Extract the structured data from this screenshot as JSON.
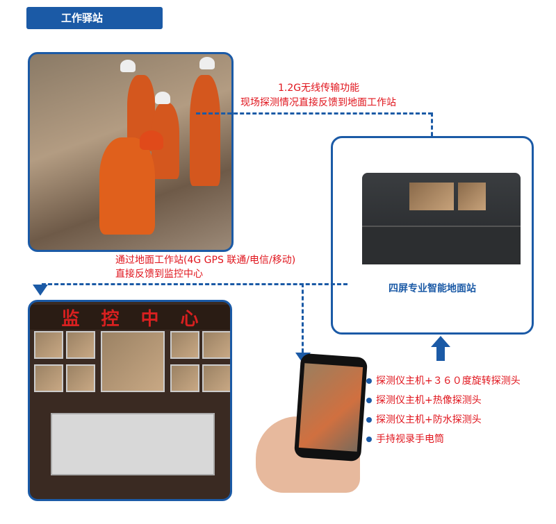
{
  "header": {
    "title": "工作驿站"
  },
  "wireless": {
    "line1": "1.2G无线传输功能",
    "line2": "现场探测情况直接反馈到地面工作站"
  },
  "relay": {
    "line1": "通过地面工作站(4G GPS 联通/电信/移动)",
    "line2": "直接反馈到监控中心"
  },
  "station": {
    "label": "四屏专业智能地面站"
  },
  "monitor": {
    "title_chars": [
      "监",
      "控",
      "中",
      "心"
    ]
  },
  "features": [
    "探测仪主机+３６０度旋转探测头",
    "探测仪主机+热像探测头",
    "探测仪主机+防水探测头",
    "手持视录手电筒"
  ],
  "colors": {
    "brand_blue": "#1b5aa6",
    "text_red": "#e0141c"
  }
}
